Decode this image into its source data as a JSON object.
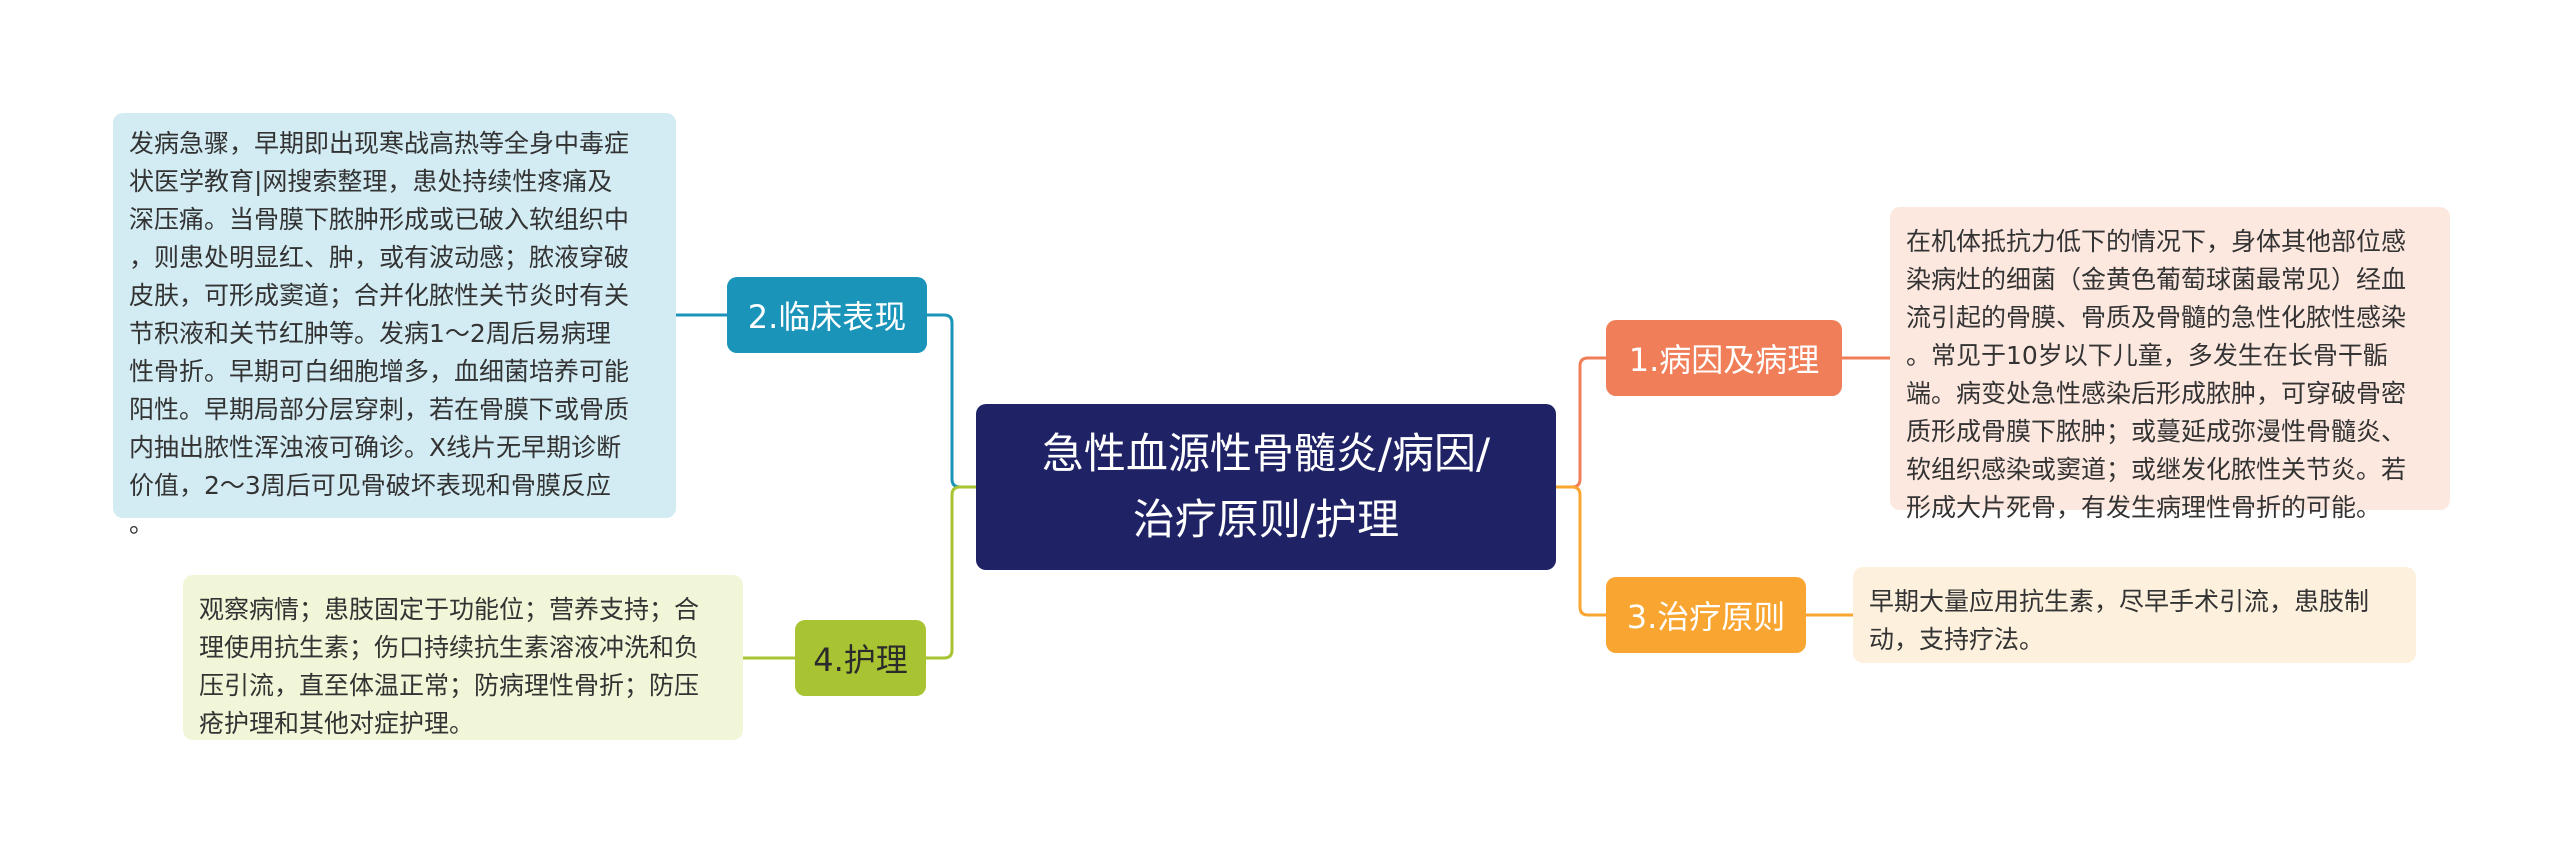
{
  "central": {
    "title": "急性血源性骨髓炎/病因/\n治疗原则/护理"
  },
  "branches": [
    {
      "id": "b1",
      "label": "1.病因及病理",
      "color": "#f07e58",
      "text": "在机体抵抗力低下的情况下，身体其他部位感\n染病灶的细菌（金黄色葡萄球菌最常见）经血\n流引起的骨膜、骨质及骨髓的急性化脓性感染\n。常见于10岁以下儿童，多发生在长骨干骺\n端。病变处急性感染后形成脓肿，可穿破骨密\n质形成骨膜下脓肿；或蔓延成弥漫性骨髓炎、\n软组织感染或窦道；或继发化脓性关节炎。若\n形成大片死骨，有发生病理性骨折的可能。"
    },
    {
      "id": "b2",
      "label": "2.临床表现",
      "color": "#1a95b9",
      "text": "发病急骤，早期即出现寒战高热等全身中毒症\n状医学教育|网搜索整理，患处持续性疼痛及\n深压痛。当骨膜下脓肿形成或已破入软组织中\n，则患处明显红、肿，或有波动感；脓液穿破\n皮肤，可形成窦道；合并化脓性关节炎时有关\n节积液和关节红肿等。发病1～2周后易病理\n性骨折。早期可白细胞增多，血细菌培养可能\n阳性。早期局部分层穿刺，若在骨膜下或骨质\n内抽出脓性浑浊液可确诊。X线片无早期诊断\n价值，2～3周后可见骨破坏表现和骨膜反应\n。"
    },
    {
      "id": "b3",
      "label": "3.治疗原则",
      "color": "#f8a531",
      "text": "早期大量应用抗生素，尽早手术引流，患肢制\n动，支持疗法。"
    },
    {
      "id": "b4",
      "label": "4.护理",
      "color": "#a8c432",
      "text": "观察病情；患肢固定于功能位；营养支持；合\n理使用抗生素；伤口持续抗生素溶液冲洗和负\n压引流，直至体温正常；防病理性骨折；防压\n疮护理和其他对症护理。"
    }
  ]
}
